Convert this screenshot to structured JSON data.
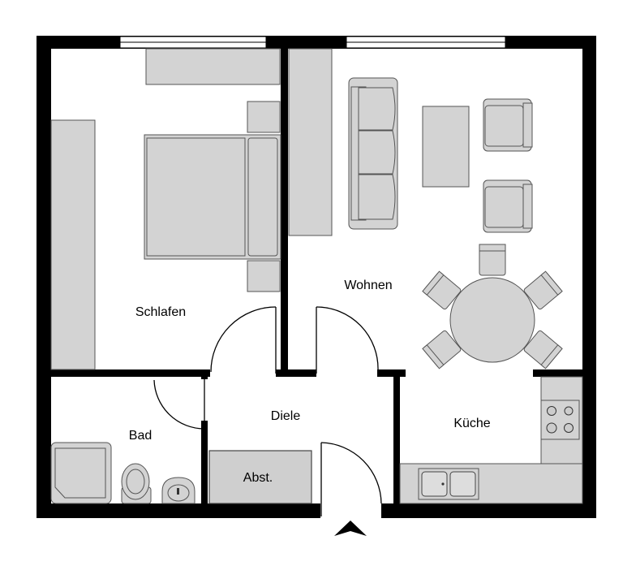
{
  "plan": {
    "rooms": {
      "schlafen": "Schlafen",
      "wohnen": "Wohnen",
      "diele": "Diele",
      "bad": "Bad",
      "kueche": "Küche",
      "abst": "Abst."
    },
    "entrance_icon": "arrow-up-icon"
  }
}
